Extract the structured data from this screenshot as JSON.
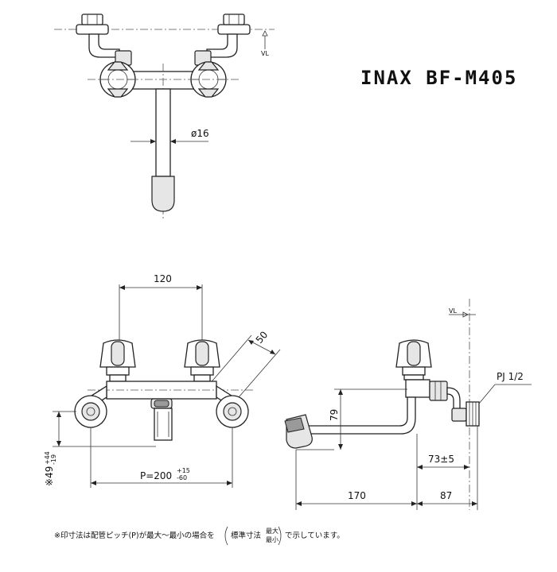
{
  "title": "INAX BF-M405",
  "labels": {
    "vl_top": "VL",
    "vl_side": "VL",
    "diameter": "ø16",
    "pitch_width": "120",
    "handle_offset": "50",
    "height_vertical": "79",
    "height_left": "※49",
    "height_left_tol_upper": "+44",
    "height_left_tol_lower": "-19",
    "pitch": "P=200",
    "pitch_tol_upper": "+15",
    "pitch_tol_lower": "-60",
    "thread": "PJ 1/2",
    "wall_distance": "73±5",
    "spout_length": "170",
    "depth": "87"
  },
  "note": {
    "prefix": "※印寸法は配管ピッチ(P)が最大～最小の場合を",
    "paren_main": "標準寸法",
    "paren_max": "最大",
    "paren_min": "最小",
    "suffix": "で示しています。"
  }
}
